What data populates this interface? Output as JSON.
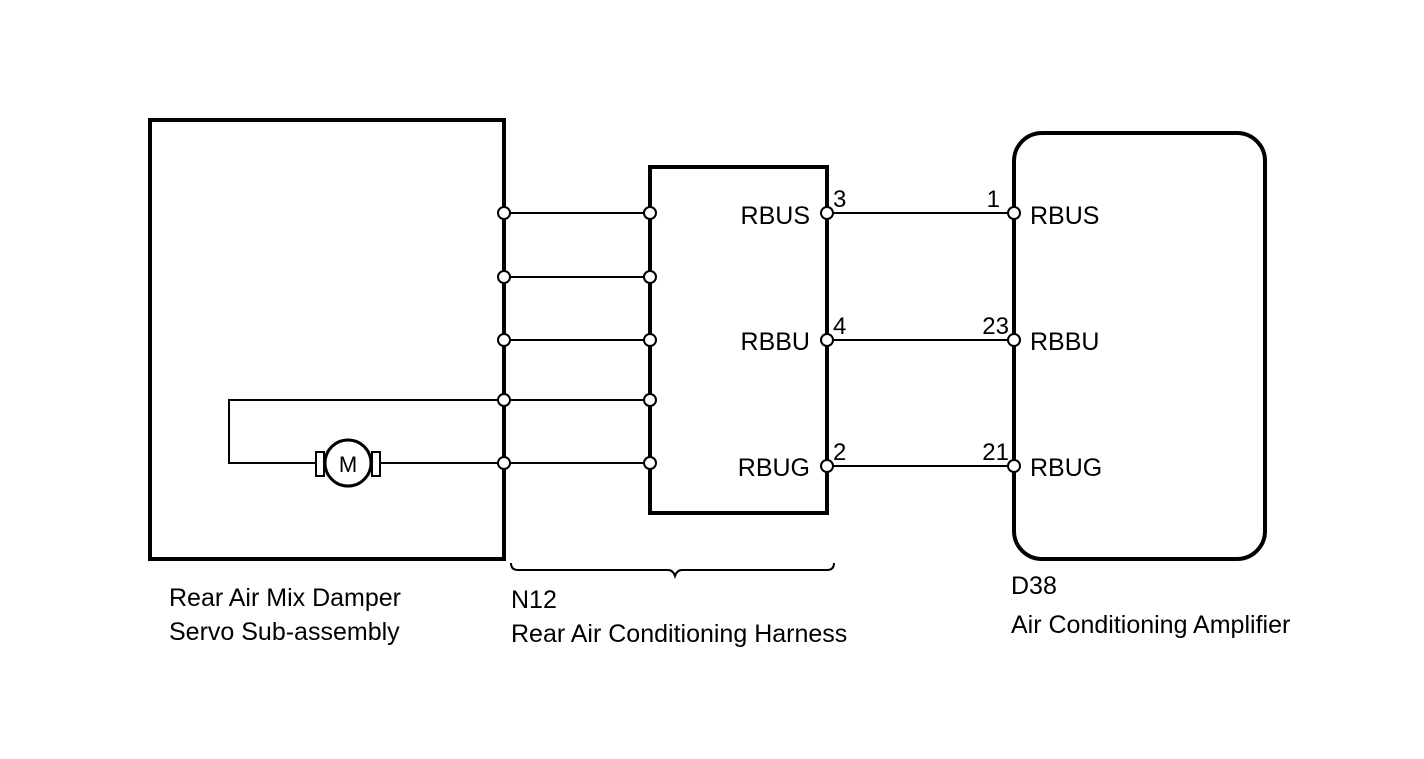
{
  "left_component": {
    "name_line1": "Rear Air Mix Damper",
    "name_line2": "Servo Sub-assembly",
    "motor_symbol": "M"
  },
  "harness": {
    "connector_code": "N12",
    "name": "Rear Air Conditioning Harness",
    "signals": [
      {
        "label": "RBUS",
        "pin": "3"
      },
      {
        "label": "RBBU",
        "pin": "4"
      },
      {
        "label": "RBUG",
        "pin": "2"
      }
    ]
  },
  "amplifier": {
    "connector_code": "D38",
    "name": "Air Conditioning Amplifier",
    "signals": [
      {
        "label": "RBUS",
        "pin": "1"
      },
      {
        "label": "RBBU",
        "pin": "23"
      },
      {
        "label": "RBUG",
        "pin": "21"
      }
    ]
  }
}
